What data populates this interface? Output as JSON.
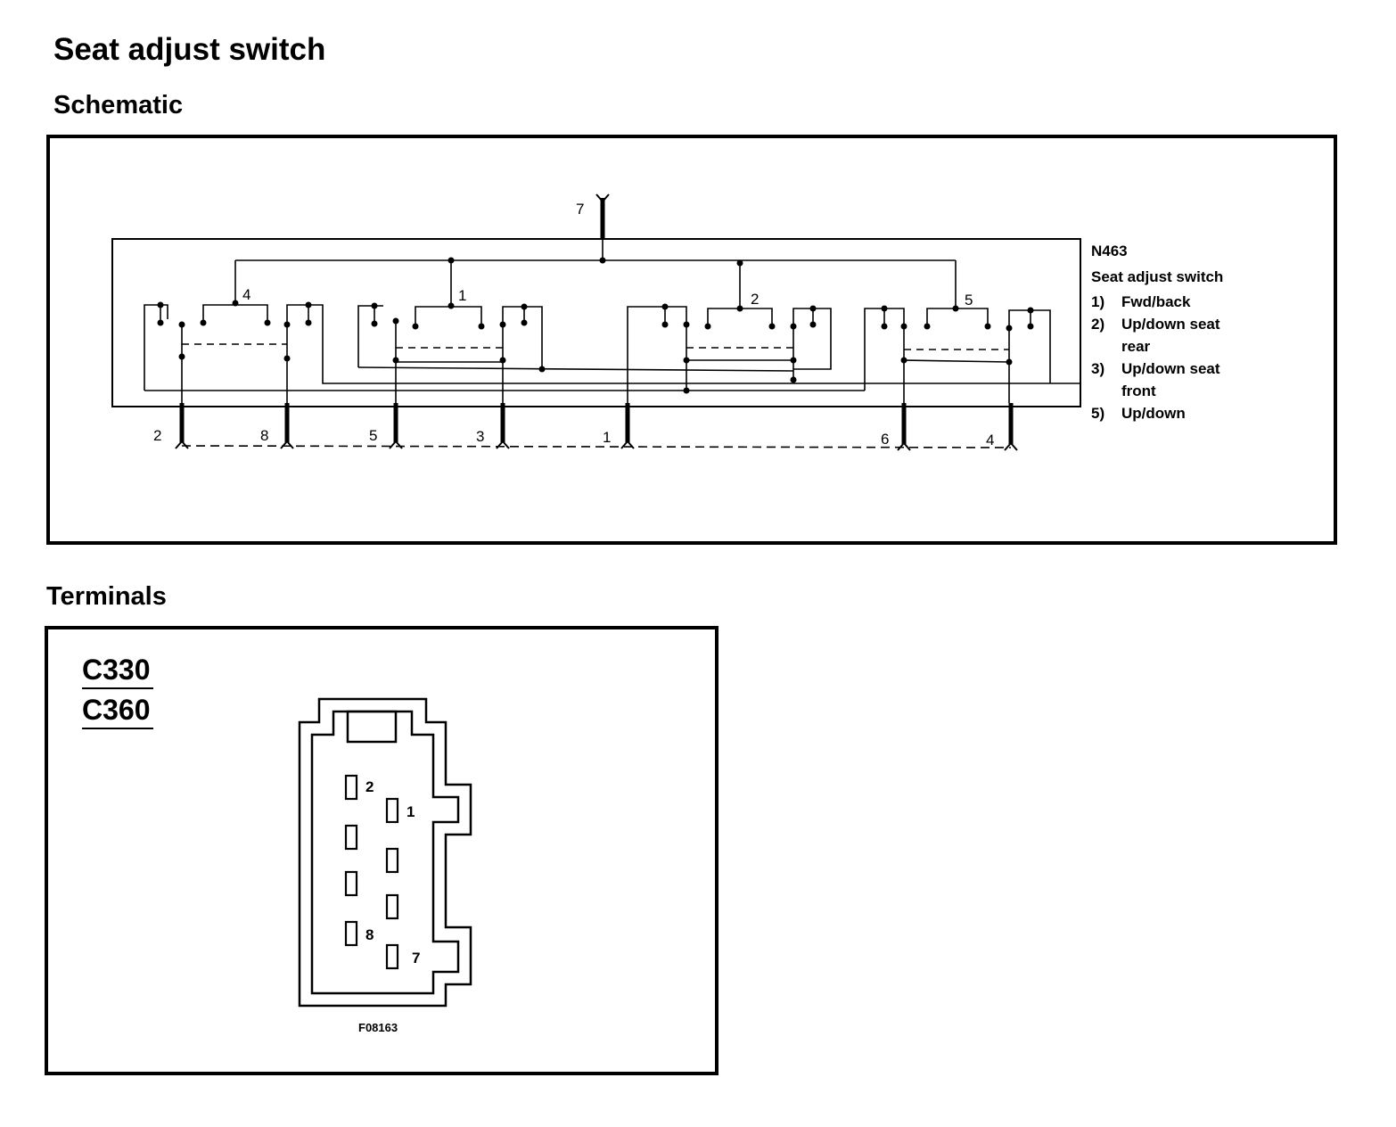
{
  "page": {
    "title": "Seat adjust switch",
    "schematic_heading": "Schematic",
    "terminals_heading": "Terminals"
  },
  "schematic": {
    "top_pin": "7",
    "bottom_pins": [
      "2",
      "8",
      "5",
      "3",
      "1",
      "6",
      "4"
    ],
    "switch_numbers": [
      "4",
      "1",
      "2",
      "5"
    ],
    "component_code": "N463",
    "component_name": "Seat adjust switch",
    "legend": [
      {
        "num": "1)",
        "text": [
          "Fwd/back"
        ]
      },
      {
        "num": "2)",
        "text": [
          "Up/down seat",
          "rear"
        ]
      },
      {
        "num": "3)",
        "text": [
          "Up/down seat",
          "front"
        ]
      },
      {
        "num": "5)",
        "text": [
          "Up/down"
        ]
      }
    ]
  },
  "terminals": {
    "connector_ids": [
      "C330",
      "C360"
    ],
    "pin_labels": [
      "2",
      "1",
      "8",
      "7"
    ],
    "figure_id": "F08163"
  }
}
